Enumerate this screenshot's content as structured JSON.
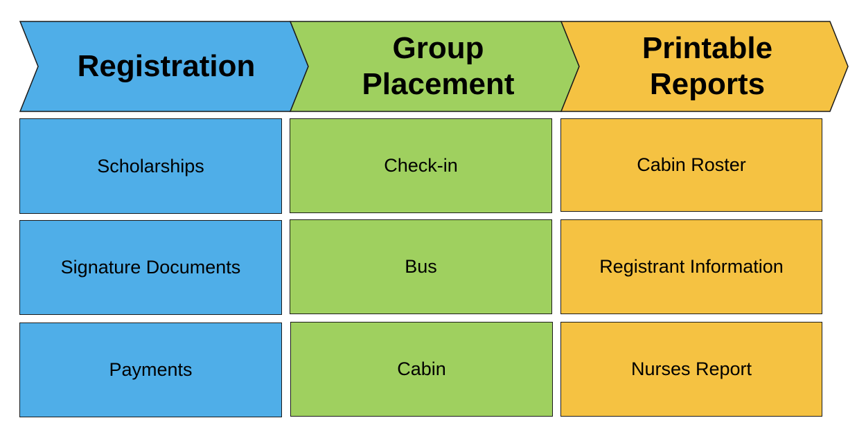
{
  "colors": {
    "registration": "#4faee8",
    "group_placement": "#9fd05f",
    "printable_reports": "#f5c242",
    "outline": "#1a1a1a"
  },
  "columns": [
    {
      "title": "Registration",
      "items": [
        "Scholarships",
        "Signature Documents",
        "Payments"
      ]
    },
    {
      "title": "Group\nPlacement",
      "items": [
        "Check-in",
        "Bus",
        "Cabin"
      ]
    },
    {
      "title": "Printable\nReports",
      "items": [
        "Cabin Roster",
        "Registrant Information",
        "Nurses Report"
      ]
    }
  ]
}
